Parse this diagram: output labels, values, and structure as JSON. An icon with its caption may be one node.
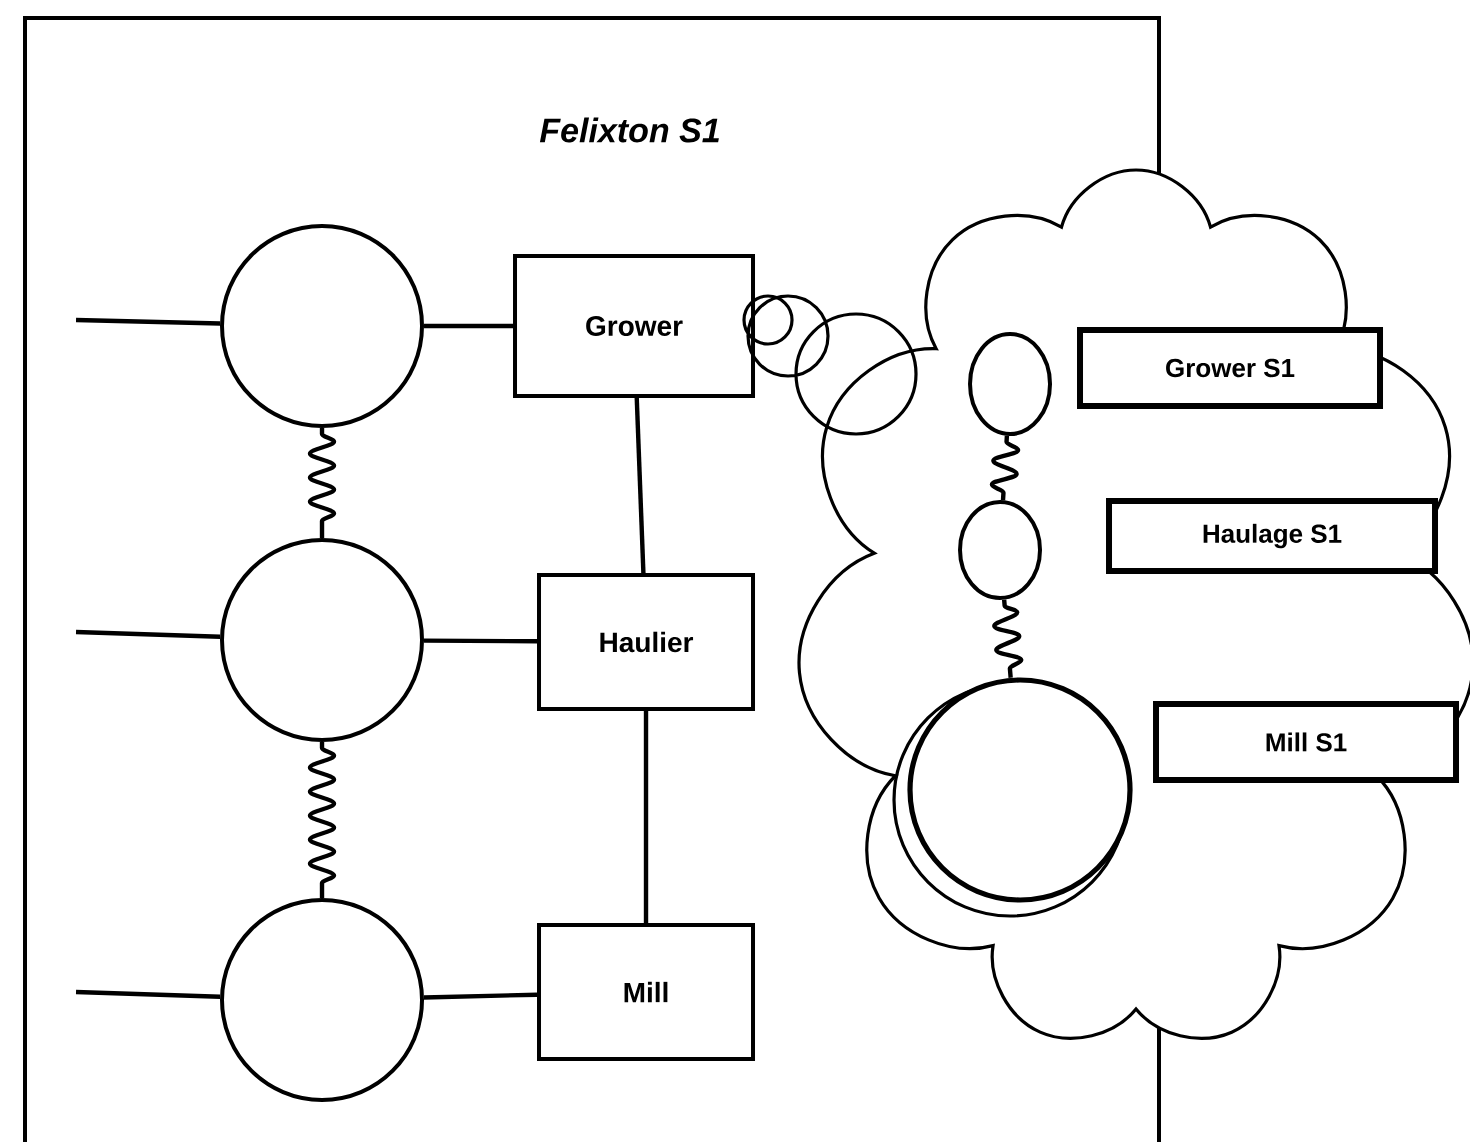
{
  "diagram": {
    "nodes": [
      {
        "text": [
          "Felixton S1"
        ]
      },
      {
        "text": [],
        "shape": "circle",
        "in": 0
      },
      {
        "text": [],
        "shape": "circle",
        "in": 0
      },
      {
        "text": [],
        "shape": "circle",
        "in": 0
      },
      {
        "text": [
          "Grower"
        ],
        "in": 0
      },
      {
        "text": [
          "Haulier"
        ],
        "in": 0
      },
      {
        "text": [
          "Mill"
        ],
        "in": 0
      },
      {
        "text": [],
        "shape": "cloud"
      },
      {
        "text": [
          "Grower S1"
        ],
        "in": 7
      },
      {
        "text": [
          "Haulage S1"
        ],
        "in": 7
      },
      {
        "text": [
          "Mill S1"
        ],
        "in": 7
      },
      {
        "text": [],
        "shape": "circle"
      },
      {
        "text": [],
        "shape": "circle"
      },
      {
        "text": [],
        "shape": "circle"
      }
    ],
    "edges": [
      {
        "from": null,
        "to": 1,
        "arrow": "none"
      },
      {
        "from": null,
        "to": 2,
        "arrow": "none"
      },
      {
        "from": null,
        "to": 3,
        "arrow": "none"
      },
      {
        "from": 1,
        "to": 4,
        "arrow": "none"
      },
      {
        "from": 2,
        "to": 5,
        "arrow": "none"
      },
      {
        "from": 3,
        "to": 6,
        "arrow": "none"
      },
      {
        "from": 4,
        "to": 5,
        "arrow": "none"
      },
      {
        "from": 5,
        "to": 6,
        "arrow": "none"
      },
      {
        "from": 1,
        "to": 2,
        "arrow": "none"
      },
      {
        "from": 2,
        "to": 3,
        "arrow": "none"
      },
      {
        "from": 11,
        "to": 12,
        "arrow": "none"
      },
      {
        "from": 12,
        "to": 13,
        "arrow": "none"
      }
    ]
  }
}
